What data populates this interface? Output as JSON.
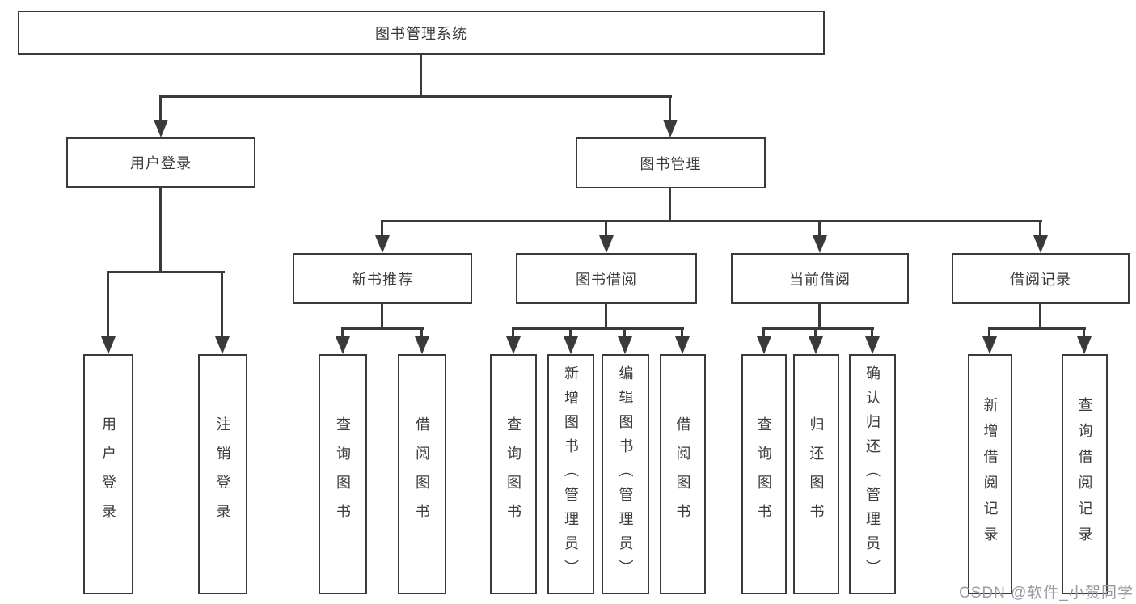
{
  "diagram": {
    "root": {
      "label": "图书管理系统"
    },
    "level2": {
      "user_login": {
        "label": "用户登录"
      },
      "book_management": {
        "label": "图书管理"
      }
    },
    "level3": {
      "new_book_recommend": {
        "label": "新书推荐"
      },
      "book_borrow": {
        "label": "图书借阅"
      },
      "current_borrow": {
        "label": "当前借阅"
      },
      "borrow_record": {
        "label": "借阅记录"
      }
    },
    "leaves": {
      "login": {
        "label": "用户登录"
      },
      "logout": {
        "label": "注销登录"
      },
      "nb_query_book": {
        "label": "查询图书"
      },
      "nb_borrow_book": {
        "label": "借阅图书"
      },
      "bb_query_book": {
        "label": "查询图书"
      },
      "bb_add_book_admin": {
        "label": "新增图书（管理员）"
      },
      "bb_edit_book_admin": {
        "label": "编辑图书（管理员）"
      },
      "bb_borrow_book": {
        "label": "借阅图书"
      },
      "cb_query_book": {
        "label": "查询图书"
      },
      "cb_return_book": {
        "label": "归还图书"
      },
      "cb_confirm_return_admin": {
        "label": "确认归还（管理员）"
      },
      "br_add_record": {
        "label": "新增借阅记录"
      },
      "br_query_record": {
        "label": "查询借阅记录"
      }
    },
    "watermark": "CSDN @软件_小贺同学"
  },
  "colors": {
    "line": "#3a3a3a",
    "box_border": "#3a3a3a",
    "text": "#3c3c3c",
    "watermark": "#9b9ba3",
    "background": "#ffffff"
  }
}
